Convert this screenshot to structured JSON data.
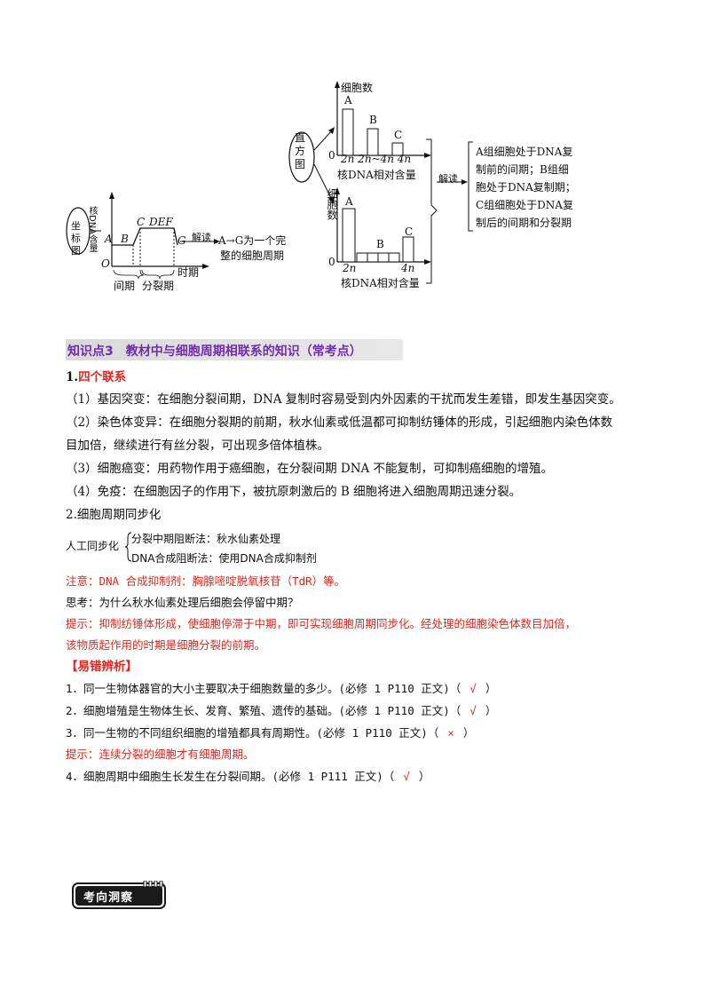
{
  "diagram_left": {
    "circle_label": "坐\n标\n图",
    "y_axis_label": "核DNA含量",
    "letters": [
      "A",
      "B",
      "C",
      "DEF",
      "G"
    ],
    "origin": "O",
    "x_axis_label": "时期",
    "phase1": "间期",
    "phase2": "分裂期",
    "interpret": "解读",
    "note_line1": "A→G为一个完",
    "note_line2": "整的细胞周期"
  },
  "diagram_right": {
    "circle_label": "直\n方\n图",
    "top_y_label": "细胞数",
    "top_bars": [
      "A",
      "B",
      "C"
    ],
    "top_origin": "0",
    "top_ticks": "2n 2n~4n 4n",
    "top_x_label": "核DNA相对含量",
    "bottom_y_label": "细胞数",
    "bottom_bars": [
      "A",
      "B",
      "C"
    ],
    "bottom_origin": "0",
    "bottom_tick_2n": "2n",
    "bottom_tick_4n": "4n",
    "bottom_x_label": "核DNA相对含量",
    "interpret": "解读",
    "note_lines": [
      "A组细胞处于DNA复",
      "制前的间期；B组细",
      "胞处于DNA复制期；",
      "C组细胞处于DNA复",
      "制后的间期和分裂期"
    ]
  },
  "section": {
    "heading": "知识点3　教材中与细胞周期相联系的知识（常考点）",
    "sub1_num": "1.",
    "sub1_title": "四个联系",
    "items": [
      "（1）基因突变：在细胞分裂间期，DNA 复制时容易受到内外因素的干扰而发生差错，即发生基因突变。",
      "（2）染色体变异：在细胞分裂期的前期，秋水仙素或低温都可抑制纺锤体的形成，引起细胞内染色体数",
      "目加倍，继续进行有丝分裂，可出现多倍体植株。",
      "（3）细胞癌变：用药物作用于癌细胞，在分裂间期 DNA 不能复制，可抑制癌细胞的增殖。",
      "（4）免疫：在细胞因子的作用下，被抗原刺激后的 B 细胞将进入细胞周期迅速分裂。"
    ],
    "sub2": "2.细胞周期同步化",
    "sync_root": "人工同步化",
    "sync_branch1": "分裂中期阻断法：秋水仙素处理",
    "sync_branch2": "DNA合成阻断法：使用DNA合成抑制剂",
    "note": "注意：DNA 合成抑制剂：胸腺嘧啶脱氧核苷（TdR）等。",
    "think": "思考：为什么秋水仙素处理后细胞会停留中期？",
    "hint1_line1": "提示：抑制纺锤体形成，使细胞停滞于中期，即可实现细胞周期同步化。经处理的细胞染色体数目加倍，",
    "hint1_line2": "该物质起作用的时期是细胞分裂的前期。"
  },
  "errors": {
    "title": "【易错辨析】",
    "items": [
      {
        "text": "1．同一生物体器官的大小主要取决于细胞数量的多少。(必修 1 P110 正文)（",
        "mark": "√",
        "close": "）"
      },
      {
        "text": "2．细胞增殖是生物体生长、发育、繁殖、遗传的基础。(必修 1 P110 正文)（",
        "mark": "√",
        "close": "）"
      },
      {
        "text": "3．同一生物的不同组织细胞的增殖都具有周期性。(必修 1 P110 正文)（",
        "mark": "×",
        "close": "）"
      },
      {
        "text": "4．细胞周期中细胞生长发生在分裂间期。(必修 1 P111 正文)（",
        "mark": "√",
        "close": "）"
      }
    ],
    "hint": "提示：连续分裂的细胞才有细胞周期。"
  },
  "badge": {
    "label": "考向洞察"
  },
  "colors": {
    "purple": "#6f2fa8",
    "red": "#e0261d",
    "badge_bg": "#1a1a1a"
  }
}
